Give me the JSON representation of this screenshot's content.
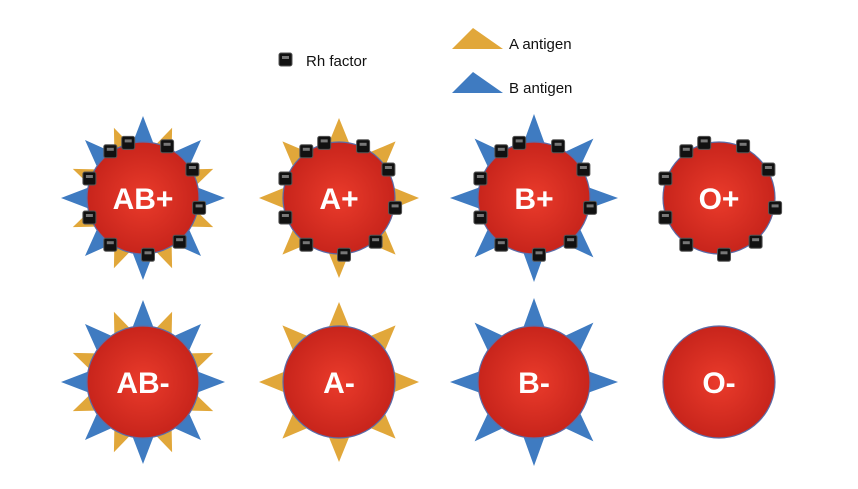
{
  "legend": {
    "rh": {
      "label": "Rh factor",
      "color": "#111111"
    },
    "a_antigen": {
      "label": "A antigen",
      "color": "#E1A73A"
    },
    "b_antigen": {
      "label": "B antigen",
      "color": "#3F7BC1"
    }
  },
  "colors": {
    "cell_center": "#EA3B2B",
    "cell_edge": "#C4221A",
    "cell_outline": "#5B6CA8",
    "label": "#FFFFFF"
  },
  "blood_types": [
    {
      "label": "AB+",
      "a_antigen": true,
      "b_antigen": true,
      "rh": true
    },
    {
      "label": "A+",
      "a_antigen": true,
      "b_antigen": false,
      "rh": true
    },
    {
      "label": "B+",
      "a_antigen": false,
      "b_antigen": true,
      "rh": true
    },
    {
      "label": "O+",
      "a_antigen": false,
      "b_antigen": false,
      "rh": true
    },
    {
      "label": "AB-",
      "a_antigen": true,
      "b_antigen": true,
      "rh": false
    },
    {
      "label": "A-",
      "a_antigen": true,
      "b_antigen": false,
      "rh": false
    },
    {
      "label": "B-",
      "a_antigen": false,
      "b_antigen": true,
      "rh": false
    },
    {
      "label": "O-",
      "a_antigen": false,
      "b_antigen": false,
      "rh": false
    }
  ]
}
